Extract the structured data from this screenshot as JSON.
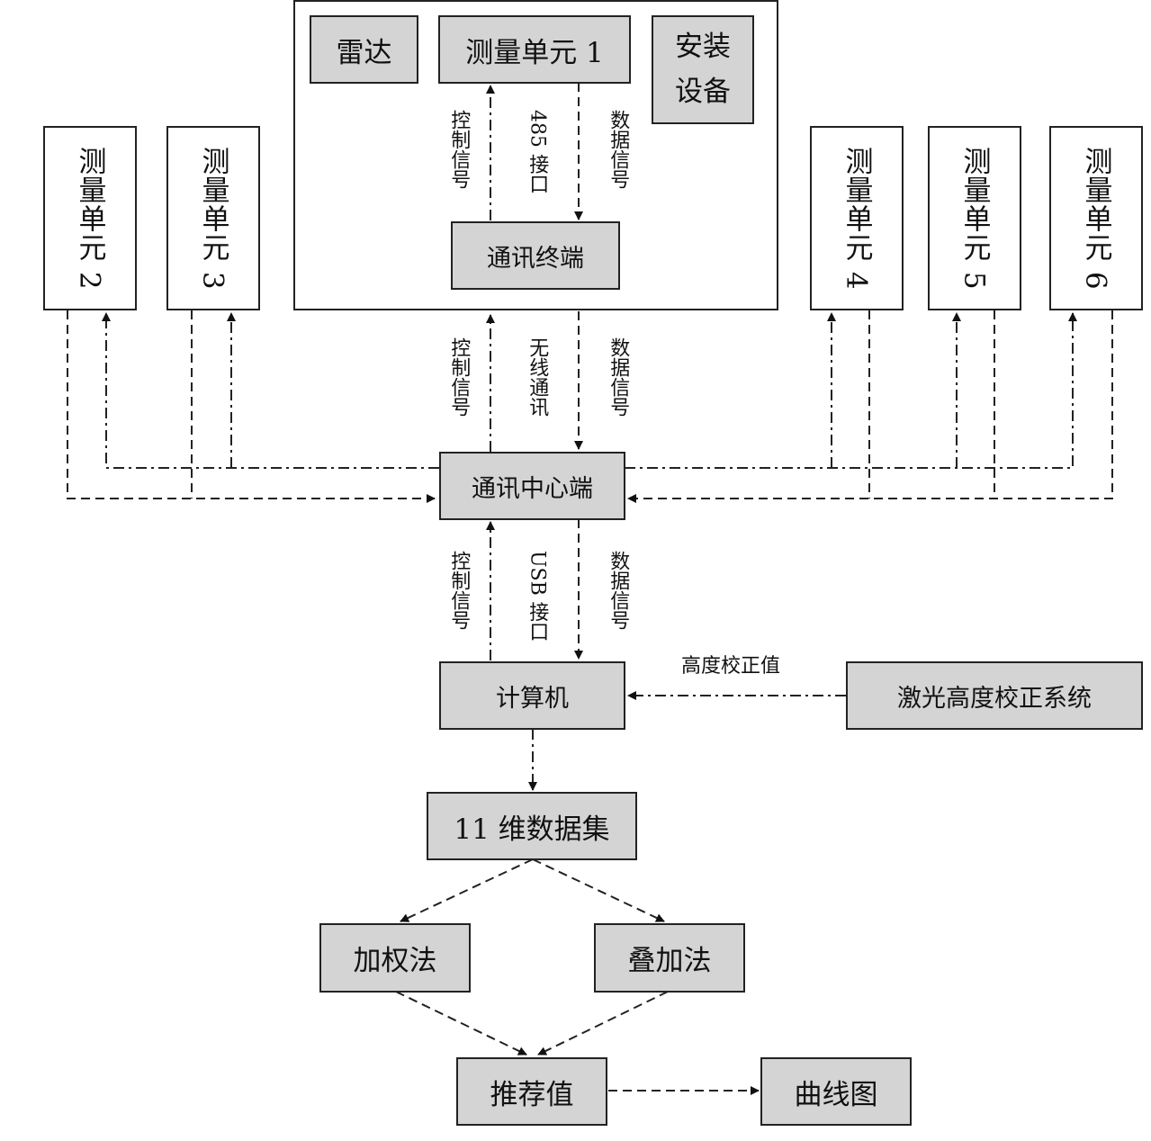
{
  "nodes": {
    "radar": "雷达",
    "unit1": "测量单元 1",
    "install_line1": "安装",
    "install_line2": "设备",
    "terminal": "通讯终端",
    "unit2": "测量单元 2",
    "unit3": "测量单元 3",
    "unit4": "测量单元 4",
    "unit5": "测量单元 5",
    "unit6": "测量单元 6",
    "center": "通讯中心端",
    "computer": "计算机",
    "laser": "激光高度校正系统",
    "dataset": "11 维数据集",
    "weighted": "加权法",
    "stacking": "叠加法",
    "recommended": "推荐值",
    "curve": "曲线图"
  },
  "labels": {
    "ctrl_signal_1": "控制信号",
    "iface_485": "485 接口",
    "data_signal_1": "数据信号",
    "ctrl_signal_2": "控制信号",
    "wireless": "无线通讯",
    "data_signal_2": "数据信号",
    "ctrl_signal_3": "控制信号",
    "iface_usb": "USB 接口",
    "data_signal_3": "数据信号",
    "height_value": "高度校正值"
  }
}
